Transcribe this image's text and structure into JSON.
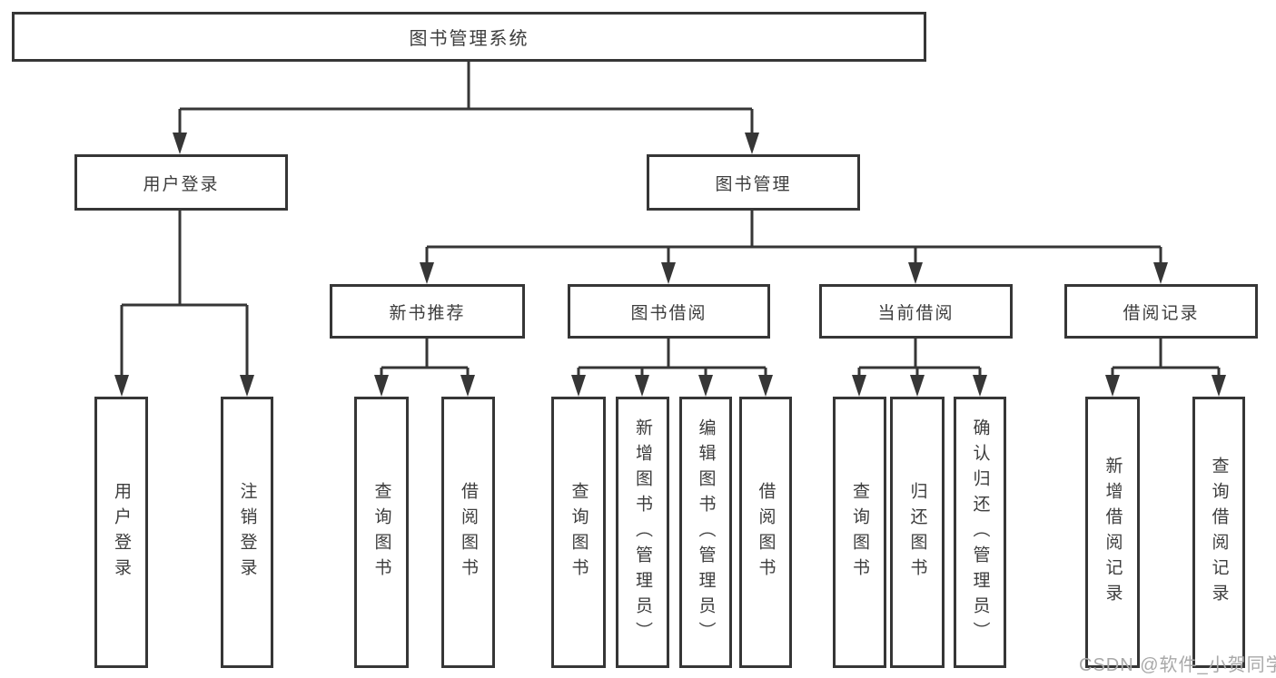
{
  "diagram": {
    "root": {
      "label": "图书管理系统"
    },
    "user_login": {
      "label": "用户登录",
      "children": [
        {
          "label": "用户登录"
        },
        {
          "label": "注销登录"
        }
      ]
    },
    "book_management": {
      "label": "图书管理",
      "groups": [
        {
          "label": "新书推荐",
          "children": [
            {
              "label": "查询图书"
            },
            {
              "label": "借阅图书"
            }
          ]
        },
        {
          "label": "图书借阅",
          "children": [
            {
              "label": "查询图书"
            },
            {
              "label": "新增图书（管理员）"
            },
            {
              "label": "编辑图书（管理员）"
            },
            {
              "label": "借阅图书"
            }
          ]
        },
        {
          "label": "当前借阅",
          "children": [
            {
              "label": "查询图书"
            },
            {
              "label": "归还图书"
            },
            {
              "label": "确认归还（管理员）"
            }
          ]
        },
        {
          "label": "借阅记录",
          "children": [
            {
              "label": "新增借阅记录"
            },
            {
              "label": "查询借阅记录"
            }
          ]
        }
      ]
    },
    "watermark": "CSDN @软件_小贺同学",
    "colors": {
      "line": "#363636",
      "text": "#3d3d3d",
      "watermark": "#a9a9a9",
      "background": "#ffffff"
    }
  }
}
